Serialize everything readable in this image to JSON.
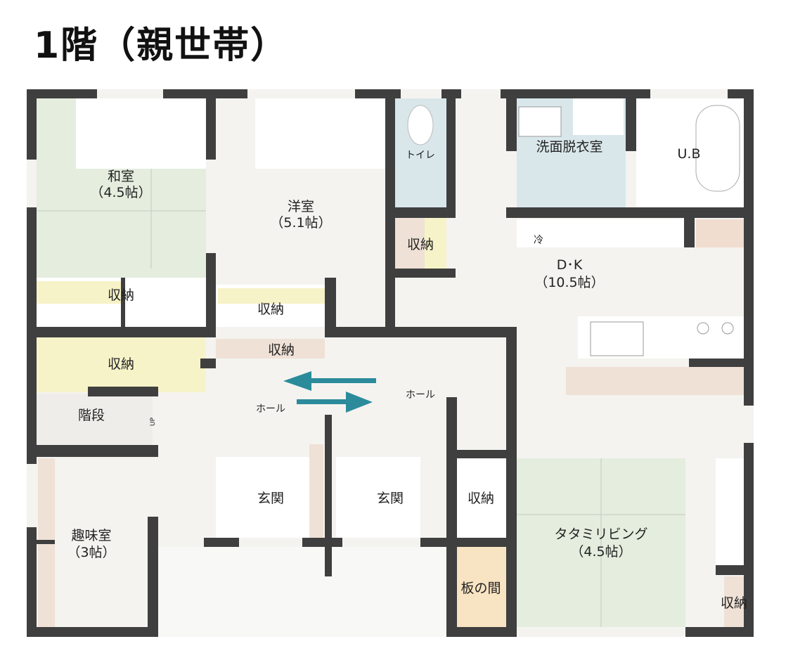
{
  "title": "1階（親世帯）",
  "colors": {
    "wall": "#3f3f3f",
    "tatami": "#e4edde",
    "water": "#d9e7eb",
    "storage": "#f7f3c8",
    "itanoma": "#f8e3c2",
    "floor": "#f4f3f0",
    "arrow": "#2b8b9b"
  },
  "rooms": {
    "washitsu": {
      "name": "和室",
      "size": "（4.5帖）"
    },
    "youshitsu": {
      "name": "洋室",
      "size": "（5.1帖）"
    },
    "toilet": {
      "name": "トイレ"
    },
    "senmen": {
      "name": "洗面脱衣室"
    },
    "ub": {
      "name": "U.B"
    },
    "storage_wc": {
      "name": "収納"
    },
    "dk": {
      "name": "D･K",
      "size": "（10.5帖）",
      "fridge": "冷"
    },
    "storage_washitsu": {
      "name": "収納"
    },
    "storage_youshitsu": {
      "name": "収納"
    },
    "storage_hall": {
      "name": "収納"
    },
    "storage_left": {
      "name": "収納"
    },
    "stairs": {
      "name": "階段",
      "up": "UP"
    },
    "hall_left": {
      "name": "ホール"
    },
    "hall_right": {
      "name": "ホール"
    },
    "genkan_left": {
      "name": "玄関"
    },
    "genkan_right": {
      "name": "玄関"
    },
    "storage_genkan": {
      "name": "収納"
    },
    "shumi": {
      "name": "趣味室",
      "size": "（3帖）"
    },
    "tatami_living": {
      "name": "タタミリビング",
      "size": "（4.5帖）"
    },
    "itanoma": {
      "name": "板の間"
    },
    "storage_right": {
      "name": "収納"
    }
  }
}
